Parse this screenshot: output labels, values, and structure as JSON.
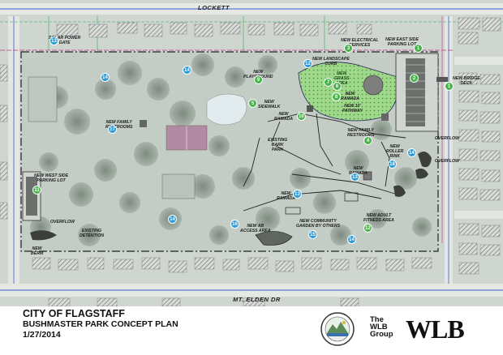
{
  "streets": {
    "top": "LOCKETT",
    "bottom": "MT. ELDEN DR"
  },
  "labels": [
    {
      "id": "solar-power-gate",
      "text": "SOLAR POWER\nGATE"
    },
    {
      "id": "new-electrical-services",
      "text": "NEW ELECTRICAL\nSERVICES"
    },
    {
      "id": "new-east-side-parking-lot",
      "text": "NEW EAST SIDE\nPARKING LOT"
    },
    {
      "id": "new-landscape-curb",
      "text": "NEW LANDSCAPE\nCURB"
    },
    {
      "id": "new-playground-set",
      "text": "NEW\nPLAYGROUND\nSET"
    },
    {
      "id": "new-grass-area",
      "text": "NEW\nGRASS\nAREA"
    },
    {
      "id": "new-ramada-top",
      "text": "NEW\nRAMADA"
    },
    {
      "id": "new-bridge-deck",
      "text": "NEW BRIDGE\nDECK"
    },
    {
      "id": "new-10-pathway",
      "text": "NEW 10'\nPATHWAY"
    },
    {
      "id": "new-sidewalk",
      "text": "NEW\nSIDEWALK"
    },
    {
      "id": "new-ramada-mid",
      "text": "NEW\nRAMADA"
    },
    {
      "id": "new-family-restrooms-east",
      "text": "NEW FAMILY\nRESTROOMS"
    },
    {
      "id": "new-family-restrooms-west",
      "text": "NEW FAMILY\nRESTROOMS"
    },
    {
      "id": "existing-bark-park",
      "text": "EXISTING\nBARK\nPARK"
    },
    {
      "id": "new-roller-rink",
      "text": "NEW\nROLLER\nRINK"
    },
    {
      "id": "overflow-east-1",
      "text": "OVERFLOW"
    },
    {
      "id": "overflow-east-2",
      "text": "OVERFLOW"
    },
    {
      "id": "new-west-side-parking-lot",
      "text": "NEW WEST SIDE\nPARKING LOT"
    },
    {
      "id": "new-ramada-east",
      "text": "NEW\nRAMADA"
    },
    {
      "id": "new-ramada-south",
      "text": "NEW\nRAMADA"
    },
    {
      "id": "new-adult-fitness-area",
      "text": "NEW ADULT\nFITNESS AREA"
    },
    {
      "id": "new-community-garden",
      "text": "NEW COMMUNITY\nGARDEN BY OTHERS"
    },
    {
      "id": "new-ab-access-area",
      "text": "NEW AB\nACCESS AREA"
    },
    {
      "id": "overflow-west",
      "text": "OVERFLOW"
    },
    {
      "id": "existing-detention",
      "text": "EXISTING\nDETENTION"
    },
    {
      "id": "new-berm",
      "text": "NEW\nBERM"
    }
  ],
  "markers": [
    {
      "num": "13",
      "color": "blue"
    },
    {
      "num": "3",
      "color": "green"
    },
    {
      "num": "1",
      "color": "green"
    },
    {
      "num": "14",
      "color": "blue"
    },
    {
      "num": "14",
      "color": "blue"
    },
    {
      "num": "12",
      "color": "blue"
    },
    {
      "num": "9",
      "color": "green"
    },
    {
      "num": "7",
      "color": "green"
    },
    {
      "num": "6",
      "color": "green"
    },
    {
      "num": "8",
      "color": "green"
    },
    {
      "num": "1",
      "color": "green"
    },
    {
      "num": "5",
      "color": "green"
    },
    {
      "num": "10",
      "color": "green"
    },
    {
      "num": "17",
      "color": "blue"
    },
    {
      "num": "4",
      "color": "green"
    },
    {
      "num": "14",
      "color": "blue"
    },
    {
      "num": "18",
      "color": "blue"
    },
    {
      "num": "11",
      "color": "green"
    },
    {
      "num": "13",
      "color": "blue"
    },
    {
      "num": "13",
      "color": "blue"
    },
    {
      "num": "14",
      "color": "blue"
    },
    {
      "num": "16",
      "color": "blue"
    },
    {
      "num": "15",
      "color": "blue"
    },
    {
      "num": "14",
      "color": "blue"
    },
    {
      "num": "12",
      "color": "green"
    },
    {
      "num": "2",
      "color": "green"
    }
  ],
  "title": {
    "line1": "CITY OF FLAGSTAFF",
    "line2": "BUSHMASTER PARK CONCEPT PLAN",
    "line3": "1/27/2014"
  },
  "logos": {
    "seal_icon": "city-of-flagstaff-seal-icon",
    "group_line1": "The",
    "group_line2": "WLB",
    "group_line3": "Group",
    "wordmark": "WLB"
  },
  "colors": {
    "park_green": "#8fcf7a",
    "marker_green": "#47b54a",
    "marker_blue": "#2a9bd6",
    "boundary": "#222222",
    "street_blue": "#3a5bd0",
    "utility_green": "#2fa84f",
    "utility_magenta": "#c2327a"
  }
}
